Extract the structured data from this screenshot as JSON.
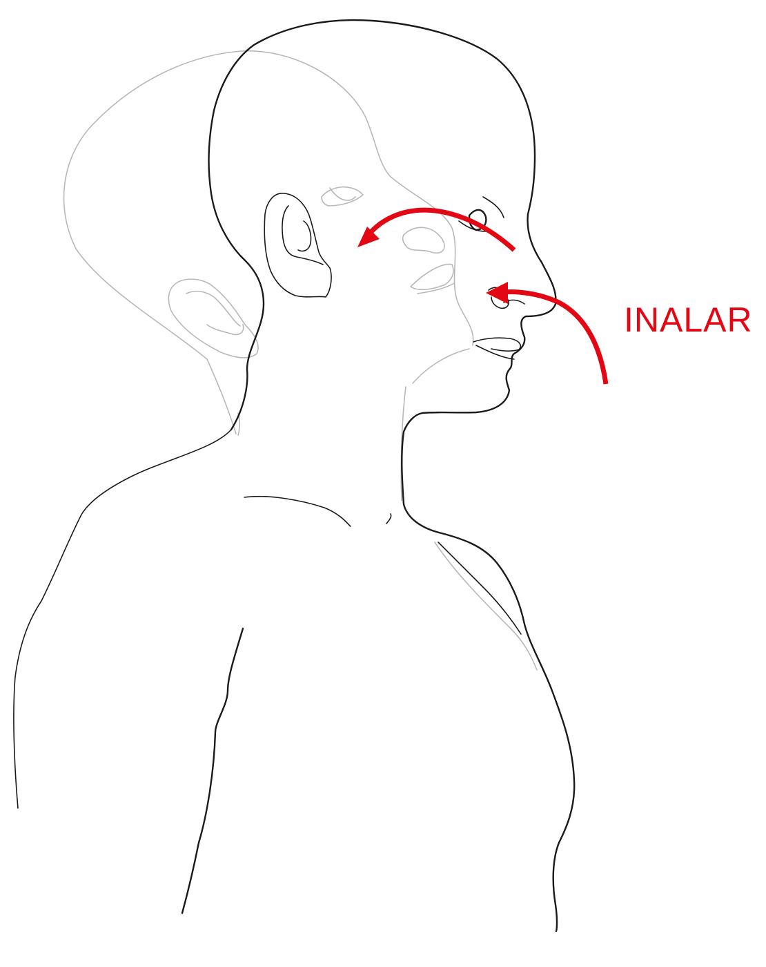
{
  "diagram": {
    "label": "INALAR",
    "accent_color": "#e30613",
    "elements": [
      "torso-outline",
      "head-outline-current",
      "head-outline-previous",
      "inhale-arrow",
      "airflow-arrow"
    ]
  }
}
